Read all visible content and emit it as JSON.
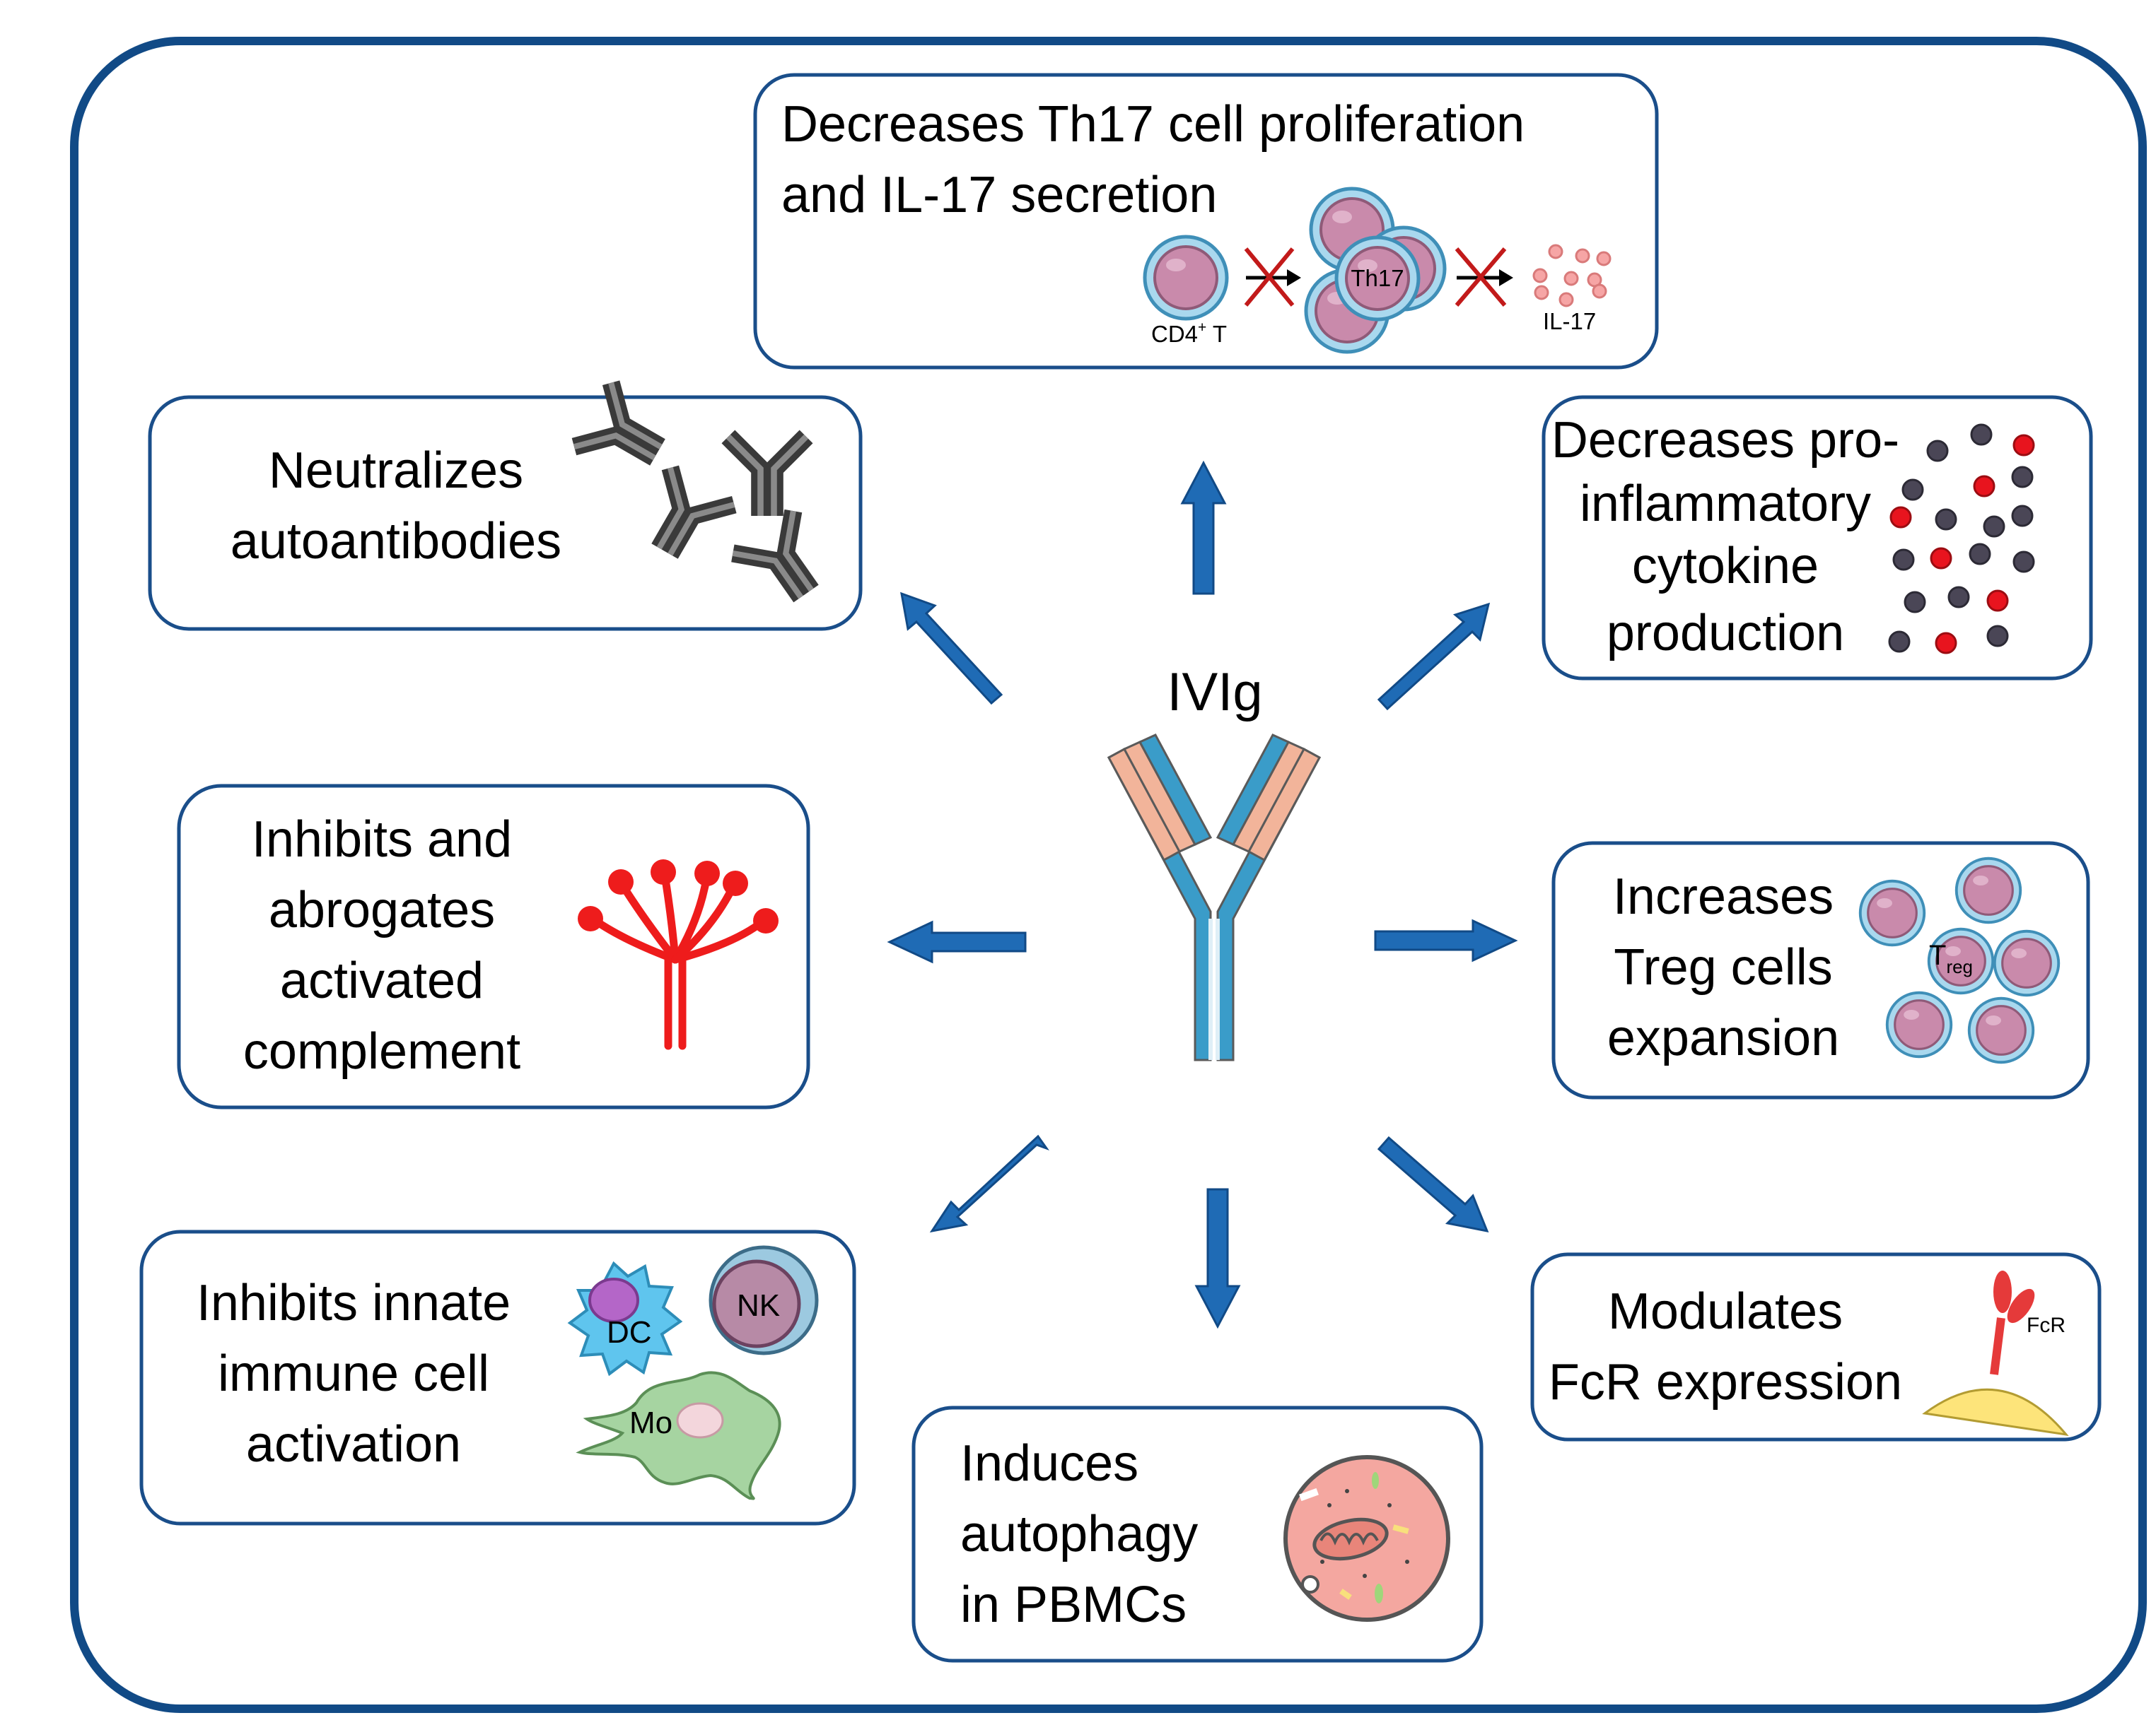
{
  "center": {
    "label": "IVIg"
  },
  "boxes": {
    "th17": {
      "lines": [
        "Decreases Th17 cell proliferation",
        "and IL-17 secretion"
      ],
      "labels": {
        "cd4": "CD4",
        "cd4_sup": "+",
        "cd4_suffix": " T",
        "th17": "Th17",
        "il17": "IL-17"
      }
    },
    "neutralizes": {
      "lines": [
        "Neutralizes",
        "autoantibodies"
      ]
    },
    "cytokine": {
      "lines": [
        "Decreases pro-",
        "inflammatory",
        "cytokine",
        "production"
      ]
    },
    "complement": {
      "lines": [
        "Inhibits and",
        "abrogates",
        "activated",
        "complement"
      ]
    },
    "treg": {
      "lines": [
        "Increases",
        "Treg cells",
        "expansion"
      ],
      "labels": {
        "t": "T",
        "reg": "reg"
      }
    },
    "innate": {
      "lines": [
        "Inhibits innate",
        "immune cell",
        "activation"
      ],
      "labels": {
        "dc": "DC",
        "nk": "NK",
        "mo": "Mo"
      }
    },
    "fcr": {
      "lines": [
        "Modulates",
        "FcR expression"
      ],
      "labels": {
        "fcr": "FcR"
      }
    },
    "autophagy": {
      "lines": [
        "Induces",
        "autophagy",
        "in PBMCs"
      ]
    }
  },
  "colors": {
    "frame": "#114a86",
    "arrow": "#1f6bb5",
    "antibody_blue": "#3a9cc9",
    "antibody_peach": "#f2b49a",
    "cell_pink": "#c98aab",
    "cell_ring": "#7ec3e4",
    "complement_red": "#ee1c1c",
    "cytokine_red": "#e8141e",
    "cytokine_gray": "#4a4656",
    "dc_blue": "#5fc5ee",
    "mo_green": "#a6d4a1",
    "fcr_yellow": "#fde47a",
    "autophagy_pink": "#f4a7a0"
  },
  "icons": [
    "antibody-icon",
    "cd4-t-cell-icon",
    "th17-cell-cluster-icon",
    "il17-particles-icon",
    "inhibited-arrow-icon",
    "cytokine-dots-icon",
    "complement-icon",
    "treg-cells-icon",
    "dendritic-cell-icon",
    "nk-cell-icon",
    "monocyte-icon",
    "fc-receptor-icon",
    "autophagy-cell-icon"
  ]
}
